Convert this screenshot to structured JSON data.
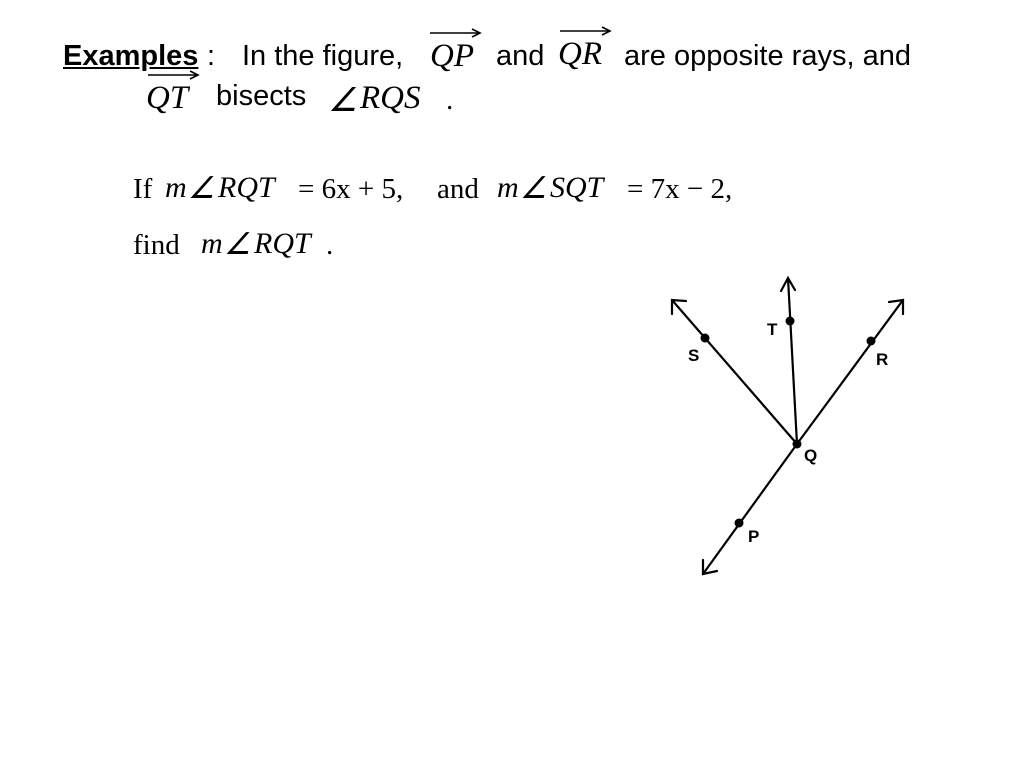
{
  "heading": {
    "label": "Examples",
    "colon": ":",
    "in_figure": "In the figure,",
    "ray1": "QP",
    "and": "and",
    "ray2": "QR",
    "opposite": "are opposite rays, and",
    "ray3": "QT",
    "bisects": "bisects",
    "angle_sym": "∠",
    "angle": "RQS",
    "period": "."
  },
  "problem": {
    "line1": {
      "if": "If",
      "m1": "m",
      "angle_sym": "∠",
      "a1": "RQT",
      "eq1": "= 6x + 5,",
      "and": "and",
      "m2": "m",
      "a2": "SQT",
      "eq2": "= 7x − 2,"
    },
    "line2": {
      "find": "find",
      "m": "m",
      "angle_sym": "∠",
      "angle": "RQT",
      "period": "."
    }
  },
  "figure": {
    "points": [
      "S",
      "T",
      "R",
      "Q",
      "P"
    ],
    "stroke_color": "#000000"
  }
}
